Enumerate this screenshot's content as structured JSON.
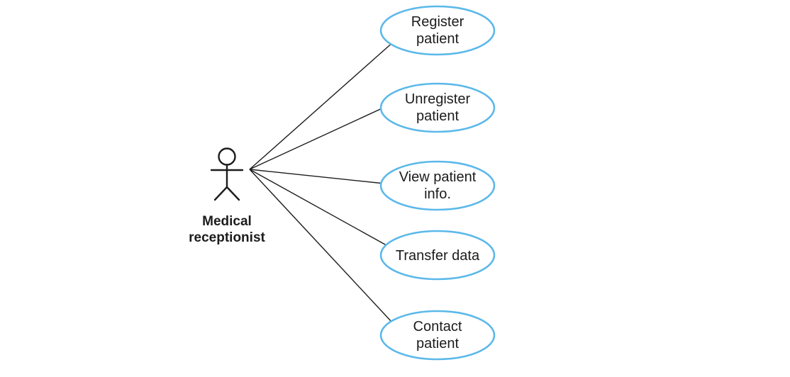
{
  "diagram": {
    "kind": "uml-use-case-diagram",
    "actor": {
      "name": "Medical receptionist",
      "label_line1": "Medical",
      "label_line2": "receptionist"
    },
    "use_cases": [
      {
        "name": "Register patient",
        "line1": "Register",
        "line2": "patient"
      },
      {
        "name": "Unregister patient",
        "line1": "Unregister",
        "line2": "patient"
      },
      {
        "name": "View patient info.",
        "line1": "View patient",
        "line2": "info."
      },
      {
        "name": "Transfer data",
        "line1": "Transfer data",
        "line2": ""
      },
      {
        "name": "Contact patient",
        "line1": "Contact",
        "line2": "patient"
      }
    ],
    "colors": {
      "ellipse_stroke": "#5bb8ea",
      "connector": "#1c1c1c",
      "text": "#1c1c1c",
      "background": "#ffffff"
    }
  }
}
